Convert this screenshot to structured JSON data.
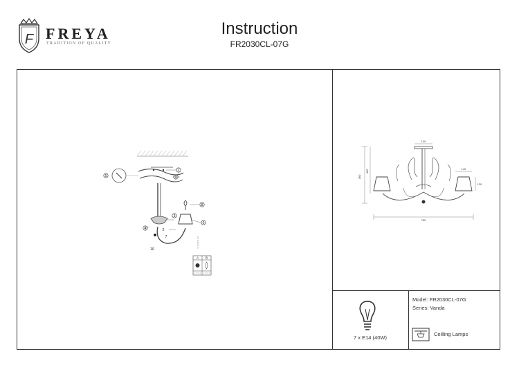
{
  "header": {
    "brand": "FREYA",
    "tagline": "TRADITION OF QUALITY",
    "title": "Instruction",
    "model_code": "FR2030CL-07G"
  },
  "specs": {
    "bulb": "7 x E14 (40W)",
    "model_label": "Model:",
    "model_value": "FR2030CL-07G",
    "series_label": "Series:",
    "series_value": "Vanda",
    "type": "Ceilling Lamps"
  },
  "dimensions": {
    "width": "760",
    "height": "360",
    "height_total": "460",
    "shade_width": "140",
    "shade_height": "130",
    "canopy": "100"
  },
  "steps": {
    "labels": [
      "1",
      "2",
      "3",
      "4",
      "5",
      "6",
      "7",
      "8",
      "9",
      "10"
    ]
  },
  "legend": {
    "col_a": "A",
    "col_b": "B"
  },
  "icons": {
    "logo": "crown-shield-icon",
    "bulb": "bulb-icon",
    "ceiling": "ceiling-lamp-icon"
  },
  "colors": {
    "line": "#333333",
    "text": "#222222"
  }
}
